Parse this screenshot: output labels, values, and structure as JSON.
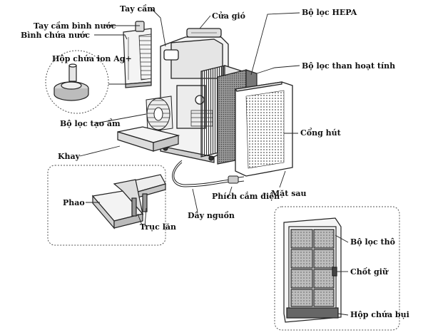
{
  "labels": {
    "handle": "Tay cầm",
    "water_tank_handle": "Tay cầm bình nước",
    "water_tank": "Bình chứa nước",
    "ion_box": "Hộp chứa ion Ag+",
    "humidifier_filter": "Bộ lọc tạo ẩm",
    "tray": "Khay",
    "float": "Phao",
    "roller": "Trục lăn",
    "air_outlet": "Cửa gió",
    "hepa_filter": "Bộ lọc HEPA",
    "carbon_filter": "Bộ lọc than hoạt tính",
    "air_intake": "Cổng hút",
    "back_panel": "Mặt sau",
    "power_plug": "Phích cắm điện",
    "power_cord": "Dây nguồn",
    "coarse_filter": "Bộ lọc thô",
    "lock_latch": "Chốt giữ",
    "dust_box": "Hộp chứa bụi"
  },
  "colors": {
    "line": "#222222",
    "fill_light": "#f2f2f2",
    "fill_mid": "#d9d9d9",
    "fill_dark": "#555555",
    "dotted_border": "#555555"
  }
}
